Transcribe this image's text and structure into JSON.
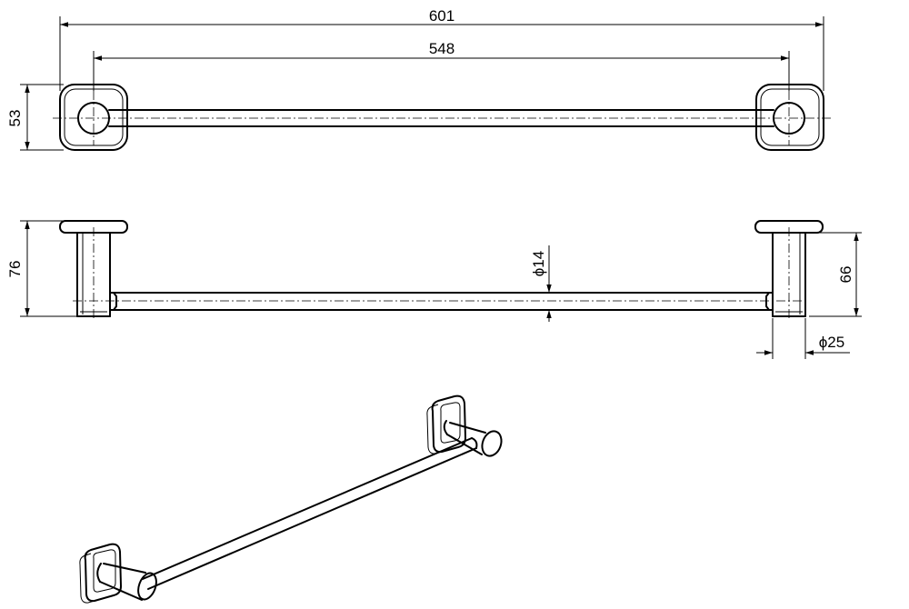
{
  "drawing": {
    "dimensions": {
      "overall_length": "601",
      "center_to_center": "548",
      "plate_height": "53",
      "plate_depth": "76",
      "rail_projection": "66",
      "rail_diameter": "ϕ14",
      "post_diameter": "ϕ25"
    }
  }
}
